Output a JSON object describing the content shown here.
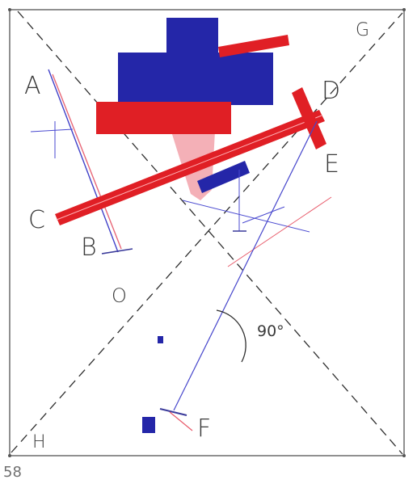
{
  "points": {
    "A": "A",
    "B": "B",
    "C": "C",
    "D": "D",
    "E": "E",
    "F": "F",
    "G": "G",
    "H": "H",
    "O": "O"
  },
  "angle_label": "90°",
  "page_number": "58",
  "colors": {
    "pencil": "#2e2e2e",
    "frame": "#555555",
    "blue": "#2426a8",
    "red": "#e01f25",
    "pink": "#f0a0a6",
    "thin_blue": "#4a4ad0",
    "thin_red": "#e85a6a"
  }
}
